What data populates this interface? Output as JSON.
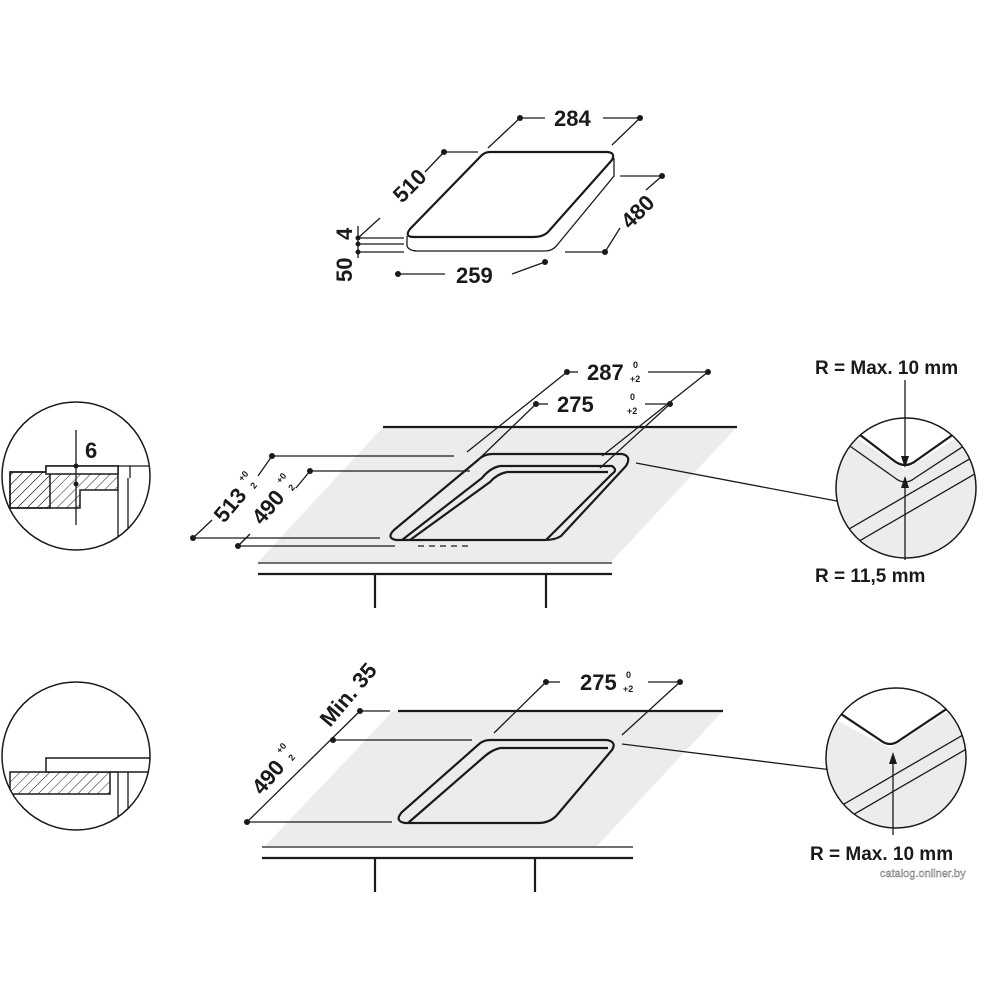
{
  "hob_dimensions": {
    "width_top": "284",
    "depth_side": "510",
    "depth_right": "480",
    "width_bottom": "259",
    "thickness_top": "4",
    "height_total": "50"
  },
  "flush_install": {
    "detail_depth": "6",
    "outer_width": "287",
    "outer_width_tol": [
      "0",
      "+2"
    ],
    "inner_width": "275",
    "inner_width_tol": [
      "0",
      "+2"
    ],
    "outer_depth": "513",
    "outer_depth_tol": [
      "+0",
      "2"
    ],
    "inner_depth": "490",
    "inner_depth_tol": [
      "+0",
      "2"
    ],
    "corner_max_radius": "R = Max. 10 mm",
    "corner_radius": "R = 11,5 mm"
  },
  "standard_install": {
    "min_distance": "Min. 35",
    "width": "275",
    "width_tol": [
      "0",
      "+2"
    ],
    "depth": "490",
    "depth_tol": [
      "+0",
      "2"
    ],
    "corner_max_radius": "R = Max. 10 mm"
  },
  "watermark": "catalog.onliner.by"
}
